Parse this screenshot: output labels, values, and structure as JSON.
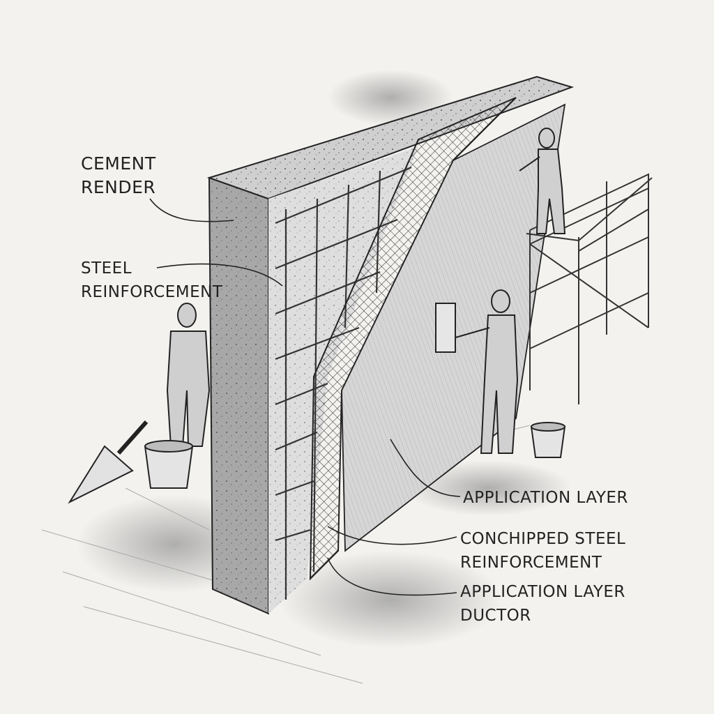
{
  "labels": {
    "cement_render": [
      "CEMENT",
      "RENDER"
    ],
    "steel_reinforcement": [
      "STEEL",
      "REINFORCEMENT"
    ],
    "application_layer": "APPLICATION LAYER",
    "conchipped_steel_reinforcement": [
      "CONCHIPPED STEEL",
      "REINFORCEMENT"
    ],
    "application_layer_ductor": [
      "APPLICATION LAYER",
      "DUCTOR"
    ]
  },
  "colors": {
    "paper": "#f3f2ef",
    "ink": "#2a2a2a",
    "shade": "#8a8a8a"
  }
}
